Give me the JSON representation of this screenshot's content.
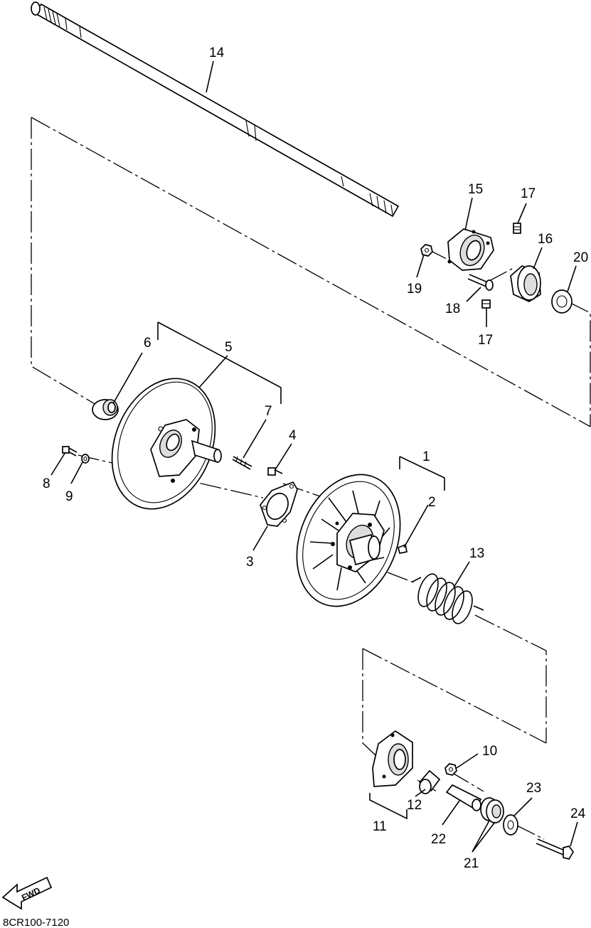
{
  "diagram": {
    "drawing_code": "8CR100-7120",
    "fwd_label": "FWD",
    "callouts": [
      {
        "id": "c1",
        "text": "1"
      },
      {
        "id": "c2",
        "text": "2"
      },
      {
        "id": "c3",
        "text": "3"
      },
      {
        "id": "c4",
        "text": "4"
      },
      {
        "id": "c5",
        "text": "5"
      },
      {
        "id": "c6",
        "text": "6"
      },
      {
        "id": "c7",
        "text": "7"
      },
      {
        "id": "c8",
        "text": "8"
      },
      {
        "id": "c9",
        "text": "9"
      },
      {
        "id": "c10",
        "text": "10"
      },
      {
        "id": "c11",
        "text": "11"
      },
      {
        "id": "c12",
        "text": "12"
      },
      {
        "id": "c13",
        "text": "13"
      },
      {
        "id": "c14",
        "text": "14"
      },
      {
        "id": "c15",
        "text": "15"
      },
      {
        "id": "c16",
        "text": "16"
      },
      {
        "id": "c17a",
        "text": "17"
      },
      {
        "id": "c17b",
        "text": "17"
      },
      {
        "id": "c18",
        "text": "18"
      },
      {
        "id": "c19",
        "text": "19"
      },
      {
        "id": "c20",
        "text": "20"
      },
      {
        "id": "c21",
        "text": "21"
      },
      {
        "id": "c22",
        "text": "22"
      },
      {
        "id": "c23",
        "text": "23"
      },
      {
        "id": "c24",
        "text": "24"
      }
    ]
  }
}
